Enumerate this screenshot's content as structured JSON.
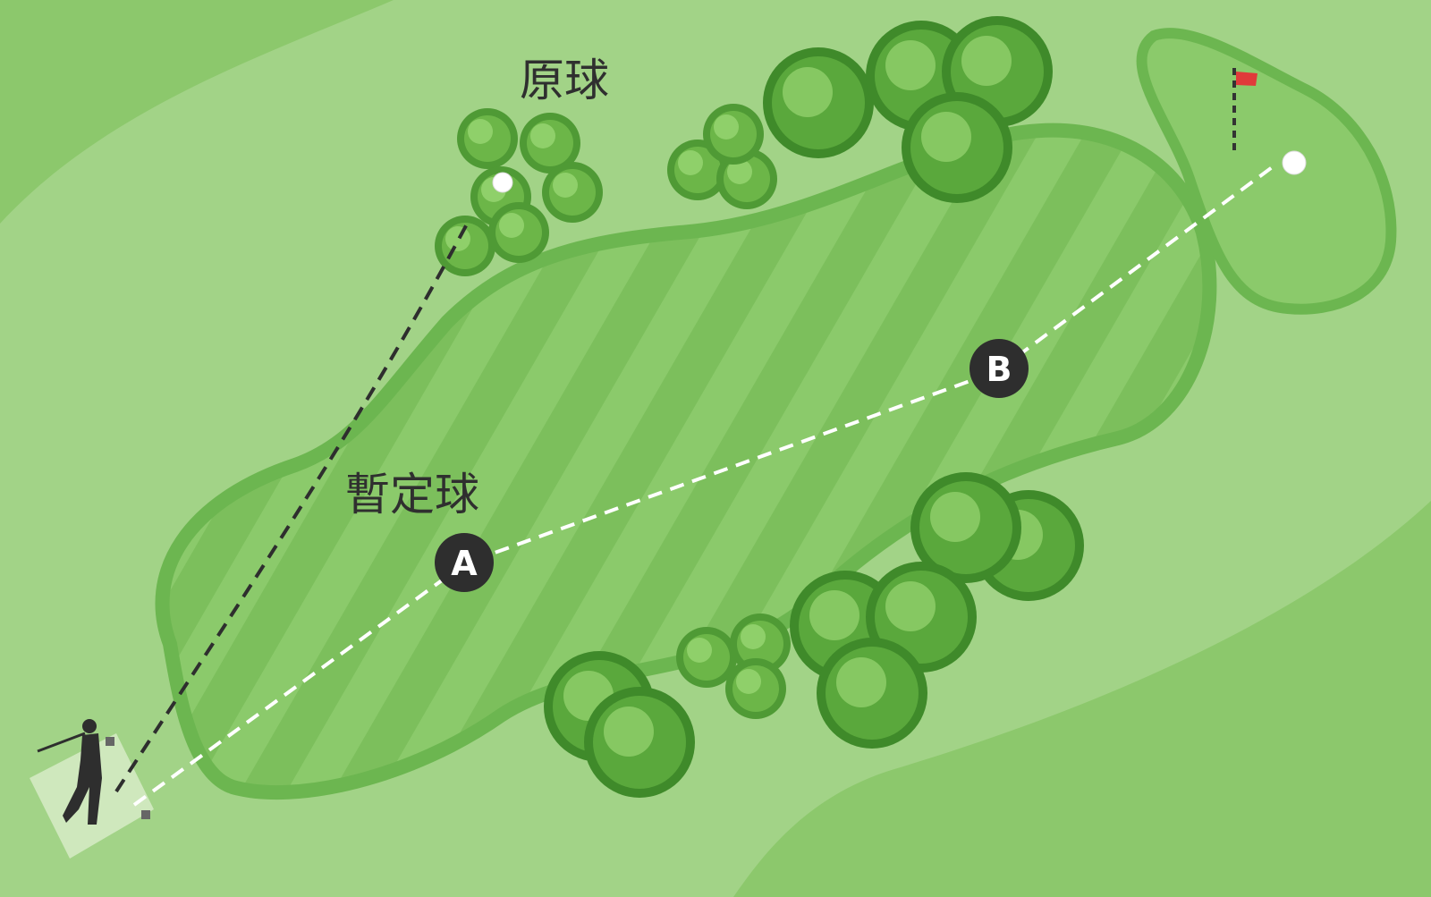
{
  "labels": {
    "original_ball": "原球",
    "provisional_ball": "暫定球",
    "marker_a": "A",
    "marker_b": "B"
  },
  "colors": {
    "rough": "#a2d387",
    "deep_rough": "#8cc86c",
    "fairway_edge": "#6cb650",
    "fairway_stripe_light": "#8bca6b",
    "fairway_stripe_dark": "#7cbf5c",
    "marker": "#2e2e2e",
    "flag": "#e03a3a"
  }
}
